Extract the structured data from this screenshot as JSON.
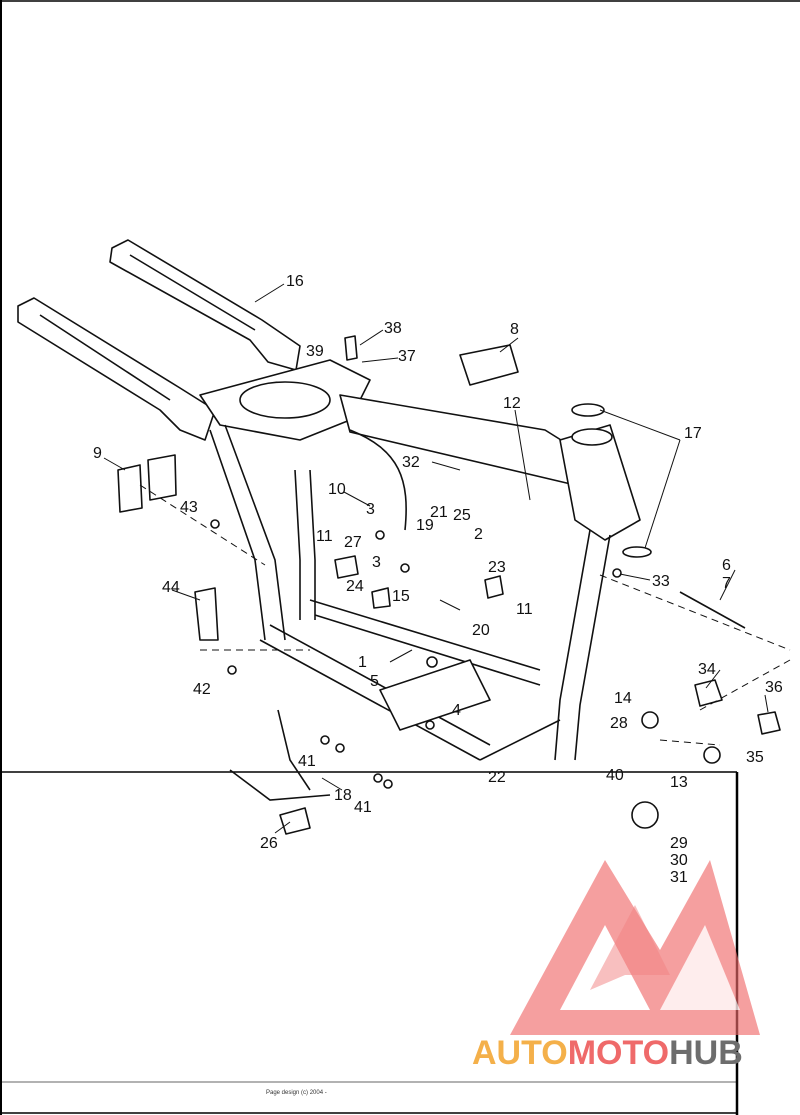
{
  "diagram": {
    "callouts": [
      {
        "id": "c16",
        "text": "16"
      },
      {
        "id": "c38",
        "text": "38"
      },
      {
        "id": "c39",
        "text": "39"
      },
      {
        "id": "c37",
        "text": "37"
      },
      {
        "id": "c8",
        "text": "8"
      },
      {
        "id": "c17",
        "text": "17"
      },
      {
        "id": "c12",
        "text": "12"
      },
      {
        "id": "c9",
        "text": "9"
      },
      {
        "id": "c32",
        "text": "32"
      },
      {
        "id": "c10",
        "text": "10"
      },
      {
        "id": "c43",
        "text": "43"
      },
      {
        "id": "c3a",
        "text": "3"
      },
      {
        "id": "c21",
        "text": "21"
      },
      {
        "id": "c25",
        "text": "25"
      },
      {
        "id": "c19",
        "text": "19"
      },
      {
        "id": "c11a",
        "text": "11"
      },
      {
        "id": "c27",
        "text": "27"
      },
      {
        "id": "c2",
        "text": "2"
      },
      {
        "id": "c3b",
        "text": "3"
      },
      {
        "id": "c23",
        "text": "23"
      },
      {
        "id": "c6",
        "text": "6"
      },
      {
        "id": "c7",
        "text": "7"
      },
      {
        "id": "c33",
        "text": "33"
      },
      {
        "id": "c44",
        "text": "44"
      },
      {
        "id": "c24",
        "text": "24"
      },
      {
        "id": "c15",
        "text": "15"
      },
      {
        "id": "c11b",
        "text": "11"
      },
      {
        "id": "c20",
        "text": "20"
      },
      {
        "id": "c1",
        "text": "1"
      },
      {
        "id": "c5",
        "text": "5"
      },
      {
        "id": "c42",
        "text": "42"
      },
      {
        "id": "c34",
        "text": "34"
      },
      {
        "id": "c36",
        "text": "36"
      },
      {
        "id": "c14",
        "text": "14"
      },
      {
        "id": "c28",
        "text": "28"
      },
      {
        "id": "c4",
        "text": "4"
      },
      {
        "id": "c35",
        "text": "35"
      },
      {
        "id": "c41a",
        "text": "41"
      },
      {
        "id": "c22",
        "text": "22"
      },
      {
        "id": "c40",
        "text": "40"
      },
      {
        "id": "c13",
        "text": "13"
      },
      {
        "id": "c18",
        "text": "18"
      },
      {
        "id": "c41b",
        "text": "41"
      },
      {
        "id": "c26",
        "text": "26"
      },
      {
        "id": "c29",
        "text": "29"
      },
      {
        "id": "c30",
        "text": "30"
      },
      {
        "id": "c31",
        "text": "31"
      }
    ]
  },
  "watermark": {
    "part1": "AUTO",
    "part2": "MOTO",
    "part3": "HUB",
    "colors": {
      "auto": "#f4b04a",
      "moto": "#ef6a6a",
      "hub": "#6d6d6d",
      "logo": "#ef6a6a"
    }
  },
  "footer": {
    "text": "Page design (c) 2004 -"
  }
}
